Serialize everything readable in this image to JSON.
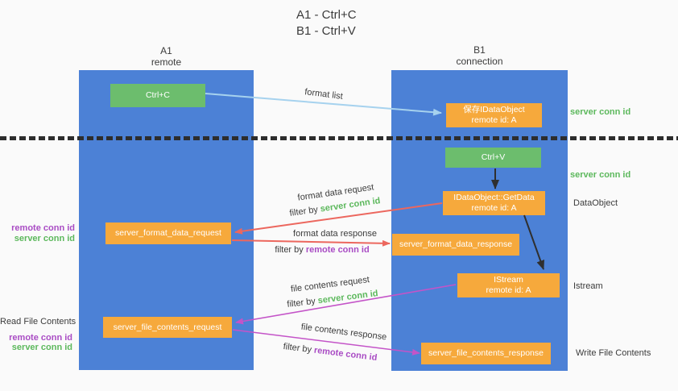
{
  "title": {
    "line1": "A1 - Ctrl+C",
    "line2": "B1 - Ctrl+V"
  },
  "columns": {
    "a": {
      "name": "A1",
      "role": "remote"
    },
    "b": {
      "name": "B1",
      "role": "connection"
    }
  },
  "nodes": {
    "ctrl_c": {
      "label": "Ctrl+C"
    },
    "save_dataobject": {
      "line1": "保存IDataObject",
      "line2": "remote id: A"
    },
    "ctrl_v": {
      "label": "Ctrl+V"
    },
    "getdata": {
      "line1": "IDataObject::GetData",
      "line2": "remote id: A"
    },
    "format_request": {
      "label": "server_format_data_request"
    },
    "format_response": {
      "label": "server_format_data_response"
    },
    "istream": {
      "line1": "IStream",
      "line2": "remote id: A"
    },
    "file_request": {
      "label": "server_file_contents_request"
    },
    "file_response": {
      "label": "server_file_contents_response"
    }
  },
  "annotations": {
    "server_conn_id": "server conn id",
    "remote_conn_id": "remote conn id",
    "dataobject": "DataObject",
    "istream": "Istream",
    "read_file_contents": "Read File Contents",
    "write_file_contents": "Write File Contents",
    "filter_by": "filter by "
  },
  "arrow_labels": {
    "format_list": "format list",
    "format_data_request": "format data request",
    "format_data_response": "format data response",
    "file_contents_request": "file contents request",
    "file_contents_response": "file contents response"
  },
  "colors": {
    "background": "#fafafa",
    "column_blue": "#4c81d6",
    "box_green": "#6cbd6d",
    "box_orange": "#f6a93c",
    "arrow_light_blue": "#a6d2ee",
    "arrow_red": "#ec675e",
    "arrow_magenta": "#c454c8",
    "arrow_black": "#2f2f2f",
    "text_green": "#5cb85c",
    "text_purple": "#a94cc4",
    "text_dark": "#3b3b3b"
  }
}
